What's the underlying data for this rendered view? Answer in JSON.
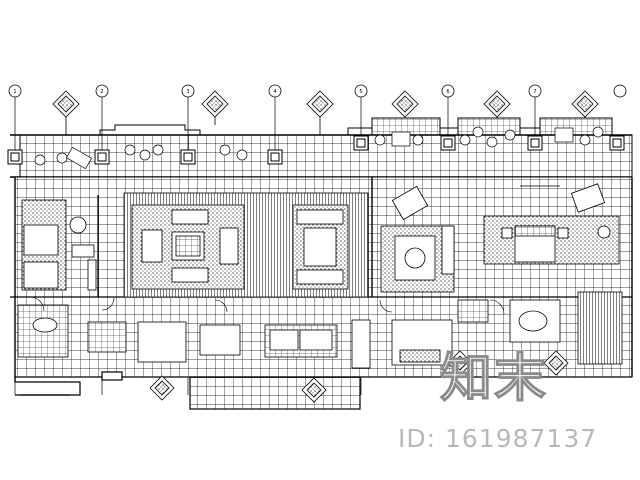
{
  "grid_axes": [
    {
      "label": "1"
    },
    {
      "label": "2"
    },
    {
      "label": "3"
    },
    {
      "label": "4"
    },
    {
      "label": "5"
    },
    {
      "label": "6"
    },
    {
      "label": "7"
    }
  ],
  "watermark": {
    "logo_text": "知末",
    "id_text": "ID: 161987137"
  },
  "colors": {
    "line": "#000000",
    "background": "#ffffff",
    "watermark_gray": "#b8b8b8"
  }
}
